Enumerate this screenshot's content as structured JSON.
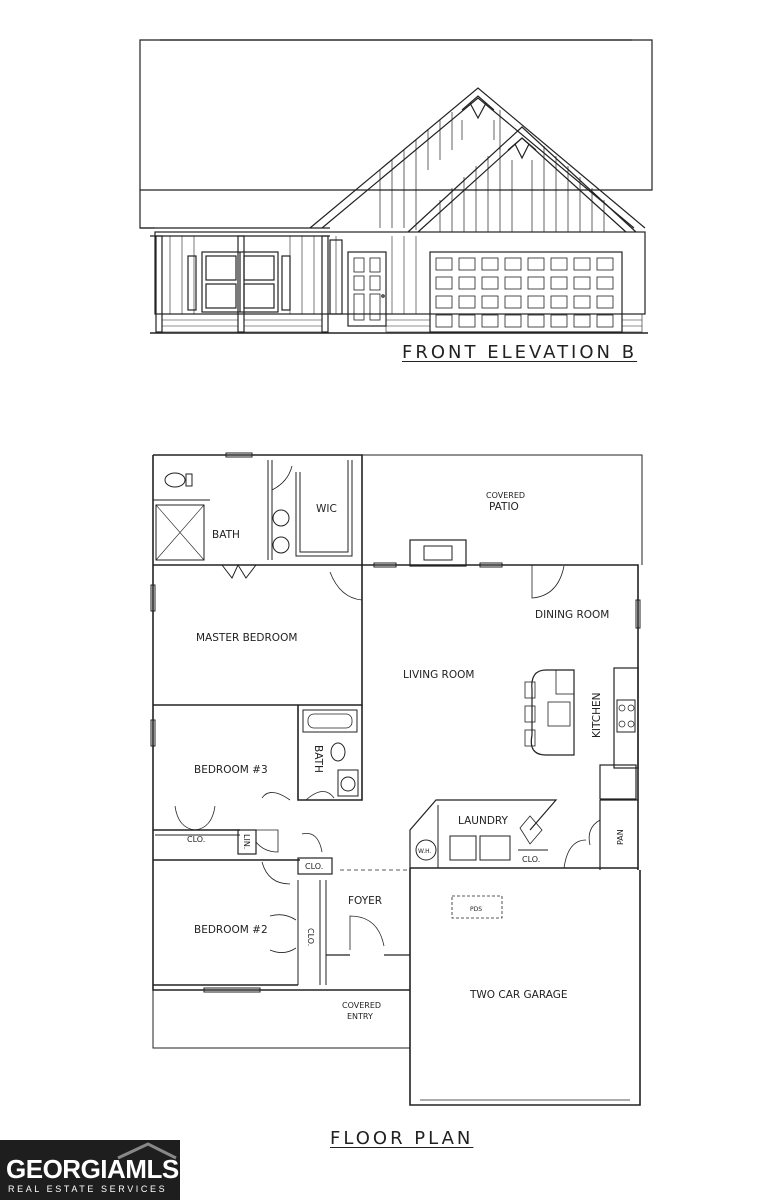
{
  "elevation": {
    "caption": "FRONT ELEVATION B"
  },
  "floor_plan": {
    "caption": "FLOOR PLAN",
    "rooms": {
      "covered_patio_1": "COVERED",
      "covered_patio_2": "PATIO",
      "bath_master": "BATH",
      "wic": "WIC",
      "master_bedroom": "MASTER BEDROOM",
      "dining_room": "DINING ROOM",
      "living_room": "LIVING ROOM",
      "kitchen": "KITCHEN",
      "bedroom_3": "BEDROOM #3",
      "bath_hall": "BATH",
      "laundry": "LAUNDRY",
      "clo_bed3": "CLO.",
      "lin": "LIN.",
      "clo_hall": "CLO.",
      "wh": "W.H.",
      "clo_laundry": "CLO.",
      "pan": "PAN",
      "foyer": "FOYER",
      "pds": "PDS",
      "bedroom_2": "BEDROOM #2",
      "clo_bed2": "CLO.",
      "two_car_garage": "TWO CAR GARAGE",
      "covered_entry_1": "COVERED",
      "covered_entry_2": "ENTRY"
    }
  },
  "logo": {
    "main": "GEORGIAMLS",
    "sub": "REAL ESTATE SERVICES"
  }
}
